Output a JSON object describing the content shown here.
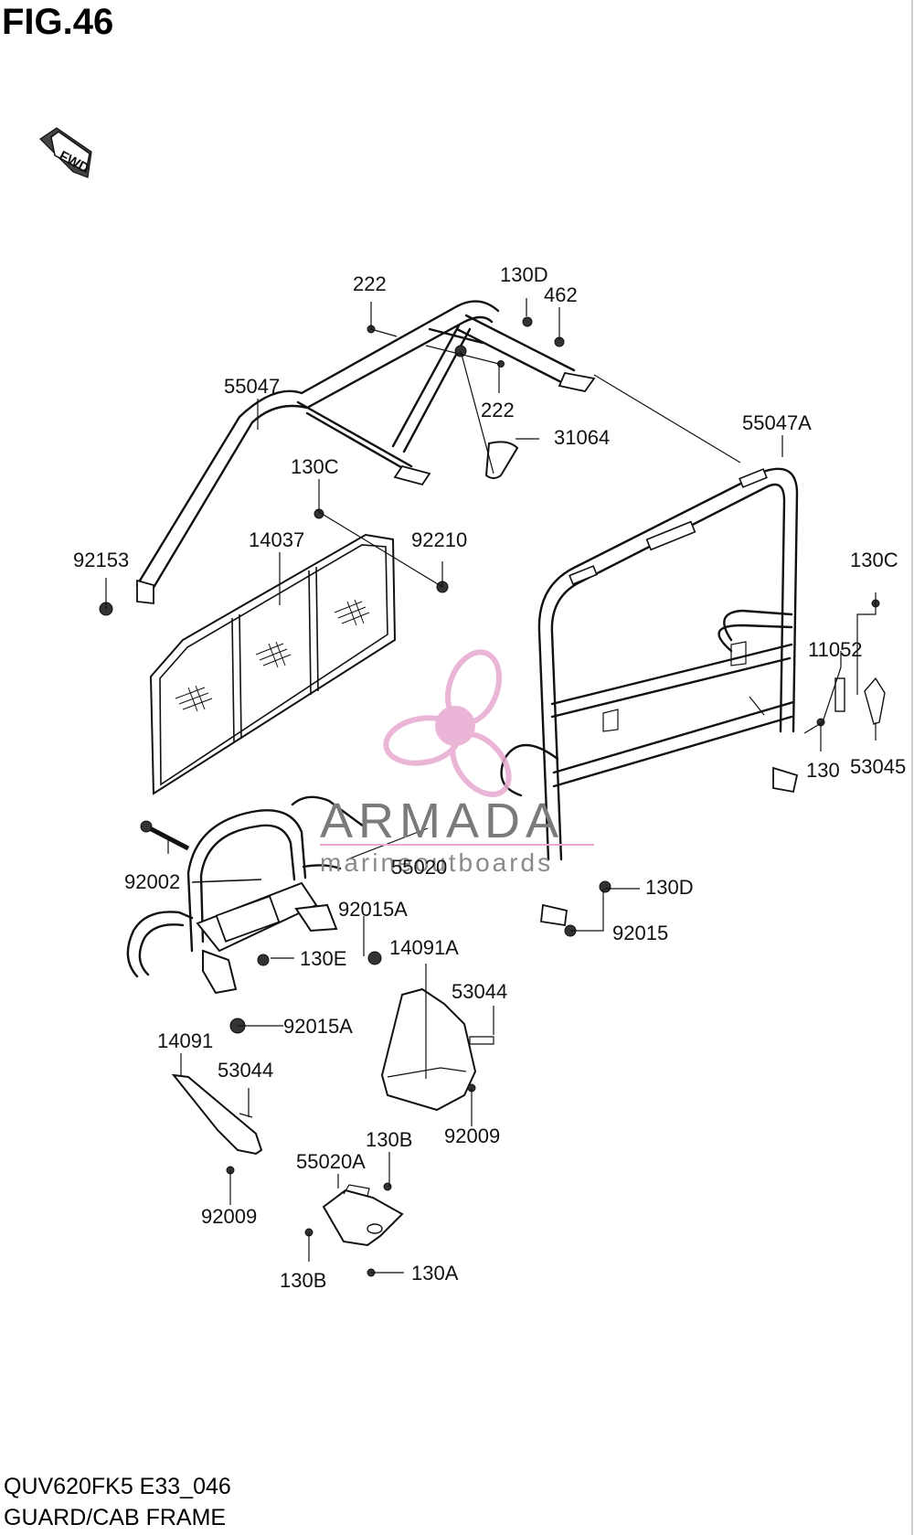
{
  "figure": {
    "title": "FIG.46"
  },
  "direction_badge": {
    "label": "FWD"
  },
  "watermark": {
    "brand": "ARMADA",
    "tagline": "marineoutboards",
    "color": "#e7a9cf"
  },
  "footer": {
    "model": "QUV620FK5 E33_046",
    "name": "GUARD/CAB FRAME"
  },
  "labels": {
    "l222a": "222",
    "l130d_top": "130D",
    "l462": "462",
    "l55047": "55047",
    "l222b": "222",
    "l31064": "31064",
    "l55047a": "55047A",
    "l130c_left": "130C",
    "l14037": "14037",
    "l92210": "92210",
    "l92153": "92153",
    "l130c_right": "130C",
    "l11052": "11052",
    "l130": "130",
    "l53045": "53045",
    "l92002": "92002",
    "l55020": "55020",
    "l92015a_top": "92015A",
    "l130d_right": "130D",
    "l92015": "92015",
    "l130e": "130E",
    "l14091a": "14091A",
    "l53044_right": "53044",
    "l92015a_bottom": "92015A",
    "l14091": "14091",
    "l53044_left": "53044",
    "l130b_top": "130B",
    "l92009_right": "92009",
    "l55020a": "55020A",
    "l92009_left": "92009",
    "l130b_bottom": "130B",
    "l130a": "130A"
  }
}
